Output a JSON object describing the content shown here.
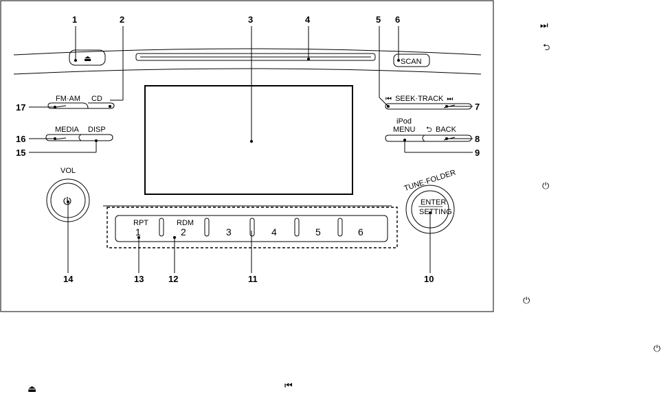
{
  "callouts": [
    "1",
    "2",
    "3",
    "4",
    "5",
    "6",
    "7",
    "8",
    "9",
    "10",
    "11",
    "12",
    "13",
    "14",
    "15",
    "16",
    "17"
  ],
  "buttons": {
    "scan": "SCAN",
    "fm_am": "FM·AM",
    "cd": "CD",
    "seek_track": "SEEK·TRACK",
    "media": "MEDIA",
    "disp": "DISP",
    "ipod_menu_line1": "iPod",
    "ipod_menu_line2": "MENU",
    "back": "BACK",
    "vol": "VOL",
    "tune_folder": "TUNE·FOLDER",
    "enter": "ENTER",
    "setting": "SETTING",
    "rpt": "RPT",
    "rdm": "RDM",
    "presets": [
      "1",
      "2",
      "3",
      "4",
      "5",
      "6"
    ]
  },
  "side_icons": [
    "fast-forward-icon",
    "back-arrow-icon",
    "power-icon",
    "power-icon",
    "power-icon",
    "eject-icon",
    "rewind-icon"
  ],
  "colors": {
    "line": "#000000",
    "background": "#ffffff"
  }
}
